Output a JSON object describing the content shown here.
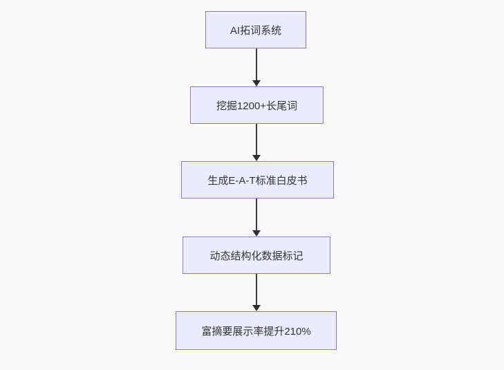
{
  "page": {
    "background_color": "#f9f9f9"
  },
  "diagram": {
    "type": "flowchart",
    "direction": "top-down",
    "nodes": [
      {
        "id": "A",
        "label": "AI拓词系统"
      },
      {
        "id": "B",
        "label": "挖掘1200+长尾词"
      },
      {
        "id": "C",
        "label": "生成E-A-T标准白皮书"
      },
      {
        "id": "D",
        "label": "动态结构化数据标记"
      },
      {
        "id": "E",
        "label": "富摘要展示率提升210%"
      }
    ],
    "edges": [
      {
        "from": "A",
        "to": "B"
      },
      {
        "from": "B",
        "to": "C"
      },
      {
        "from": "C",
        "to": "D"
      },
      {
        "from": "D",
        "to": "E"
      }
    ],
    "style": {
      "node_fill": "#ECECFF",
      "node_border": "#9370DB",
      "text_color": "#333333",
      "arrow_color": "#333333"
    }
  }
}
